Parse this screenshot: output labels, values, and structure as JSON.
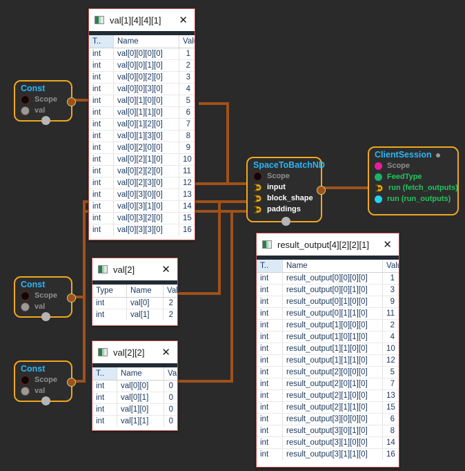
{
  "canvas": {
    "background": "#2a2a2a",
    "wire_color": "#a0511a",
    "node_border": "#f0a81e",
    "node_title_color": "#29b6f6"
  },
  "nodes": [
    {
      "id": "const-top",
      "title": "Const",
      "ports": [
        {
          "label": "Scope",
          "type": "dot-black"
        },
        {
          "label": "val",
          "type": "dot-gray"
        }
      ]
    },
    {
      "id": "const-mid",
      "title": "Const",
      "ports": [
        {
          "label": "Scope",
          "type": "dot-black"
        },
        {
          "label": "val",
          "type": "dot-gray"
        }
      ]
    },
    {
      "id": "const-bot",
      "title": "Const",
      "ports": [
        {
          "label": "Scope",
          "type": "dot-black"
        },
        {
          "label": "val",
          "type": "dot-gray"
        }
      ]
    },
    {
      "id": "space-to-batch",
      "title": "SpaceToBatchND",
      "ports": [
        {
          "label": "Scope",
          "type": "dot-black"
        },
        {
          "label": "input",
          "type": "arrow"
        },
        {
          "label": "block_shape",
          "type": "arrow"
        },
        {
          "label": "paddings",
          "type": "arrow"
        }
      ]
    },
    {
      "id": "client-session",
      "title": "ClientSession",
      "ports": [
        {
          "label": "Scope",
          "type": "dot-magenta"
        },
        {
          "label": "FeedType",
          "type": "dot-green"
        },
        {
          "label": "run (fetch_outputs)",
          "type": "arrow"
        },
        {
          "label": "run (run_outputs)",
          "type": "dot-cyan"
        }
      ]
    }
  ],
  "windows": {
    "val_4_4_1": {
      "title": "val[1][4][4][1]",
      "close_label": "✕",
      "columns": [
        "T..",
        "Name",
        "Value"
      ],
      "rows": [
        [
          "int",
          "val[0][0][0][0]",
          "1"
        ],
        [
          "int",
          "val[0][0][1][0]",
          "2"
        ],
        [
          "int",
          "val[0][0][2][0]",
          "3"
        ],
        [
          "int",
          "val[0][0][3][0]",
          "4"
        ],
        [
          "int",
          "val[0][1][0][0]",
          "5"
        ],
        [
          "int",
          "val[0][1][1][0]",
          "6"
        ],
        [
          "int",
          "val[0][1][2][0]",
          "7"
        ],
        [
          "int",
          "val[0][1][3][0]",
          "8"
        ],
        [
          "int",
          "val[0][2][0][0]",
          "9"
        ],
        [
          "int",
          "val[0][2][1][0]",
          "10"
        ],
        [
          "int",
          "val[0][2][2][0]",
          "11"
        ],
        [
          "int",
          "val[0][2][3][0]",
          "12"
        ],
        [
          "int",
          "val[0][3][0][0]",
          "13"
        ],
        [
          "int",
          "val[0][3][1][0]",
          "14"
        ],
        [
          "int",
          "val[0][3][2][0]",
          "15"
        ],
        [
          "int",
          "val[0][3][3][0]",
          "16"
        ]
      ]
    },
    "val_2": {
      "title": "val[2]",
      "close_label": "✕",
      "columns": [
        "Type",
        "Name",
        "Value"
      ],
      "rows": [
        [
          "int",
          "val[0]",
          "2"
        ],
        [
          "int",
          "val[1]",
          "2"
        ]
      ]
    },
    "val_2_2": {
      "title": "val[2][2]",
      "close_label": "✕",
      "columns": [
        "T..",
        "Name",
        "Value"
      ],
      "rows": [
        [
          "int",
          "val[0][0]",
          "0"
        ],
        [
          "int",
          "val[0][1]",
          "0"
        ],
        [
          "int",
          "val[1][0]",
          "0"
        ],
        [
          "int",
          "val[1][1]",
          "0"
        ]
      ]
    },
    "result_output": {
      "title": "result_output[4][2][2][1]",
      "close_label": "✕",
      "columns": [
        "T..",
        "Name",
        "Value"
      ],
      "rows": [
        [
          "int",
          "result_output[0][0][0][0]",
          "1"
        ],
        [
          "int",
          "result_output[0][0][1][0]",
          "3"
        ],
        [
          "int",
          "result_output[0][1][0][0]",
          "9"
        ],
        [
          "int",
          "result_output[0][1][1][0]",
          "11"
        ],
        [
          "int",
          "result_output[1][0][0][0]",
          "2"
        ],
        [
          "int",
          "result_output[1][0][1][0]",
          "4"
        ],
        [
          "int",
          "result_output[1][1][0][0]",
          "10"
        ],
        [
          "int",
          "result_output[1][1][1][0]",
          "12"
        ],
        [
          "int",
          "result_output[2][0][0][0]",
          "5"
        ],
        [
          "int",
          "result_output[2][0][1][0]",
          "7"
        ],
        [
          "int",
          "result_output[2][1][0][0]",
          "13"
        ],
        [
          "int",
          "result_output[2][1][1][0]",
          "15"
        ],
        [
          "int",
          "result_output[3][0][0][0]",
          "6"
        ],
        [
          "int",
          "result_output[3][0][1][0]",
          "8"
        ],
        [
          "int",
          "result_output[3][1][0][0]",
          "14"
        ],
        [
          "int",
          "result_output[3][1][1][0]",
          "16"
        ]
      ]
    }
  }
}
